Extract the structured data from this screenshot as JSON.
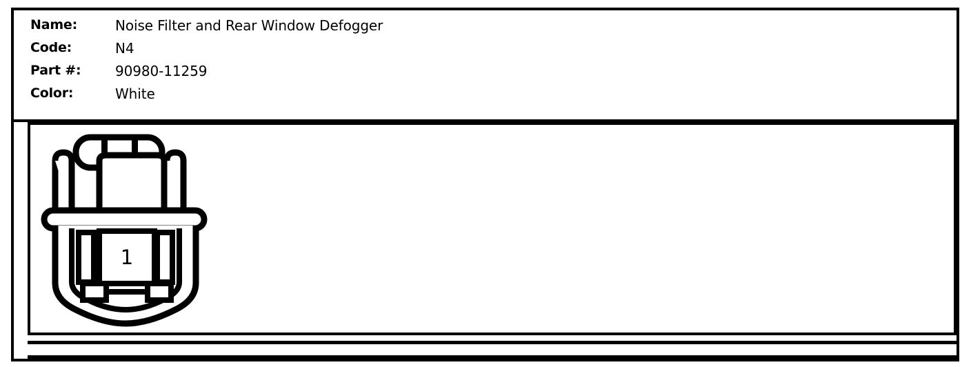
{
  "spec": {
    "rows": [
      {
        "label": "Name:",
        "value": "Noise Filter and Rear Window Defogger"
      },
      {
        "label": "Code:",
        "value": "N4"
      },
      {
        "label": "Part #:",
        "value": "90980-11259"
      },
      {
        "label": "Color:",
        "value": "White"
      }
    ]
  },
  "diagram": {
    "type": "connector-face-view",
    "cavity_labels": [
      "1"
    ],
    "cavity_count": 1,
    "line_color": "#000000",
    "fill_color": "#ffffff"
  },
  "frame": {
    "border_color": "#000000",
    "background_color": "#ffffff"
  }
}
